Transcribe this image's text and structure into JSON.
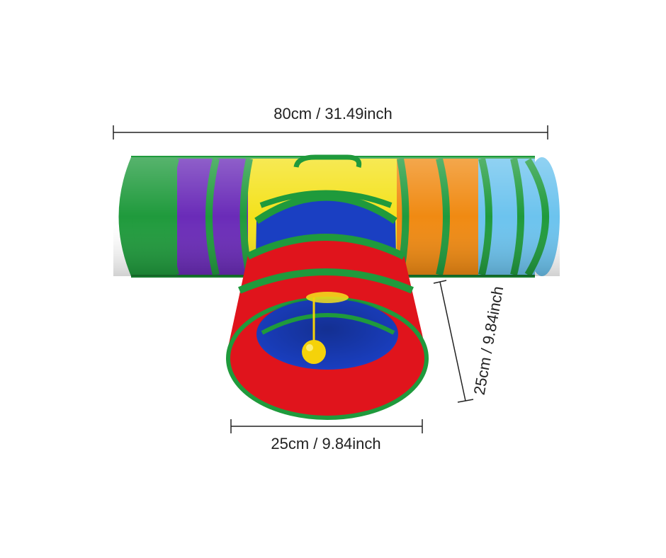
{
  "dimensions": {
    "width": "80cm / 31.49inch",
    "diameter": "25cm / 9.84inch",
    "height": "25cm / 9.84inch"
  },
  "colors": {
    "green": "#1f9a3c",
    "purple": "#6a2bb8",
    "yellow": "#f4e21c",
    "orange": "#f08a12",
    "light_blue": "#6cc3ee",
    "blue": "#1a3fc2",
    "red": "#e0141c",
    "ball": "#f5d20a"
  },
  "icons": [
    "cat-tunnel-illustration",
    "hanging-ball-toy"
  ]
}
